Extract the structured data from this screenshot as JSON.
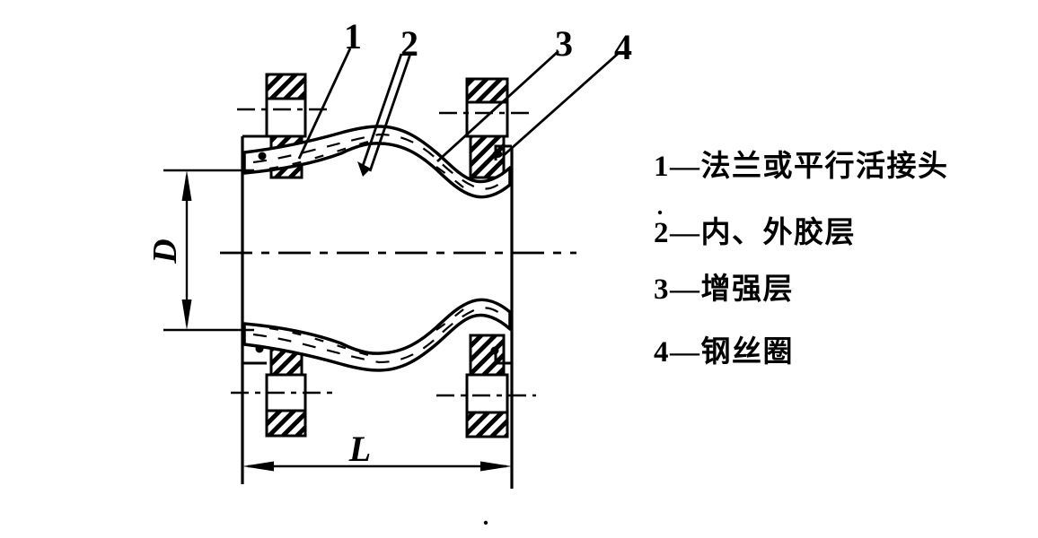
{
  "figure": {
    "description": "Cross-section line drawing of a rubber flexible pipe joint (expansion joint) with numbered part callouts and dimension labels",
    "callouts": {
      "c1": "1",
      "c2": "2",
      "c3": "3",
      "c4": "4"
    },
    "dimensions": {
      "diameter_label": "D",
      "length_label": "L"
    },
    "legend": {
      "items": [
        "1—法兰或平行活接头",
        "2—内、外胶层",
        "3—增强层",
        "4—钢丝圈"
      ]
    },
    "colors": {
      "ink": "#000000",
      "paper": "#ffffff"
    }
  }
}
